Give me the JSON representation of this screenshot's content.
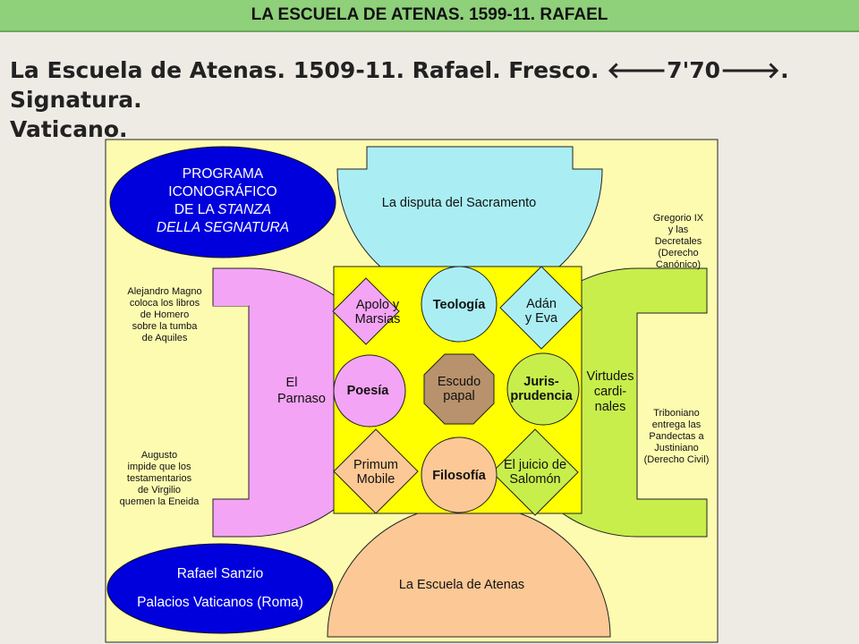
{
  "banner": {
    "title": "LA ESCUELA DE ATENAS. 1599-11. RAFAEL"
  },
  "heading": {
    "before_arrows": "La Escuela de Atenas. 1509-11. Rafael. Fresco. ",
    "left_arrow": "🡐",
    "measure": "7'70",
    "right_arrow": "🡒",
    "after_arrows": ". Signatura.",
    "line2": "Vaticano."
  },
  "diagram": {
    "program": {
      "line1": "PROGRAMA",
      "line2": "ICONOGRÁFICO",
      "line3_prefix": "DE LA ",
      "line3_italic": "STANZA",
      "line4": "DELLA SEGNATURA"
    },
    "credit": {
      "line1": "Rafael Sanzio",
      "line2": "Palacios Vaticanos (Roma)"
    },
    "walls": {
      "top": "La disputa del Sacramento",
      "bottom": "La Escuela de Atenas",
      "left": [
        "El",
        "Parnaso"
      ],
      "right": [
        "Virtudes",
        "cardi-",
        "nales"
      ]
    },
    "ceiling": {
      "teologia": "Teología",
      "poesia": "Poesía",
      "filosofia": "Filosofía",
      "jurisprudencia": [
        "Juris-",
        "prudencia"
      ],
      "escudo": [
        "Escudo",
        "papal"
      ],
      "apolo": [
        "Apolo y",
        "Marsias"
      ],
      "adan": [
        "Adán",
        "y Eva"
      ],
      "primum": [
        "Primum",
        "Mobile"
      ],
      "juicio": [
        "El juicio de",
        "Salomón"
      ]
    },
    "side_notes": {
      "left_top": [
        "Alejandro Magno",
        "coloca los libros",
        "de Homero",
        "sobre la tumba",
        "de Aquiles"
      ],
      "left_bottom": [
        "Augusto",
        "impide que los",
        "testamentarios",
        "de Virgilio",
        "quemen la Eneida"
      ],
      "right_top": [
        "Gregorio IX",
        "y las",
        "Decretales",
        "(Derecho",
        "Canónico)"
      ],
      "right_bottom": [
        "Triboniano",
        "entrega las",
        "Pandectas a",
        "Justiniano",
        "(Derecho Civil)"
      ]
    },
    "colors": {
      "background": "#fdfbb0",
      "center": "#ffff00",
      "blue_ellipse": "#0000dd",
      "top_wall": "#aaeef4",
      "bottom_wall": "#fcc896",
      "left_wall": "#f4a4f4",
      "right_wall": "#c8ee4c",
      "escudo": "#b8926c"
    }
  }
}
